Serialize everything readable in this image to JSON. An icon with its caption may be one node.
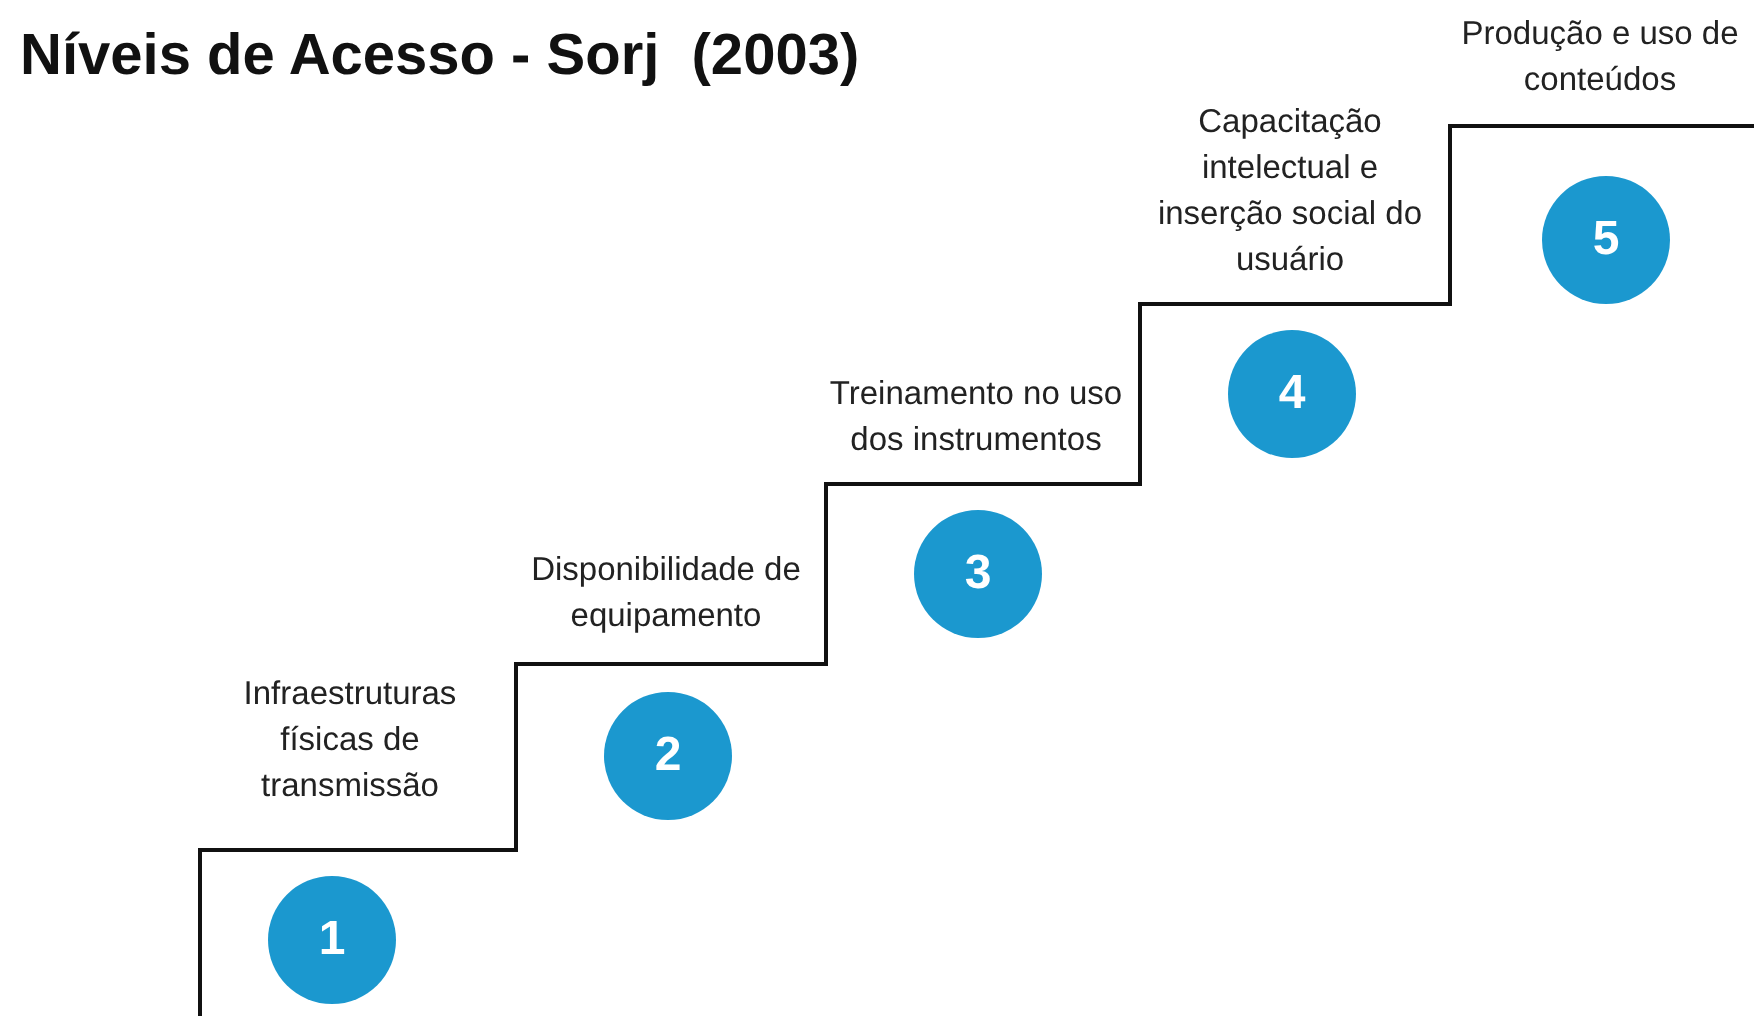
{
  "diagram": {
    "title": "Níveis de Acesso - Sorj  (2003)",
    "nodes": [
      {
        "text": [
          "1"
        ],
        "beside": [
          "Infraestruturas físicas de transmissão"
        ]
      },
      {
        "text": [
          "2"
        ],
        "beside": [
          "Disponibilidade de equipamento"
        ]
      },
      {
        "text": [
          "3"
        ],
        "beside": [
          "Treinamento no uso dos instrumentos"
        ]
      },
      {
        "text": [
          "4"
        ],
        "beside": [
          "Capacitação intelectual e inserção social do usuário"
        ]
      },
      {
        "text": [
          "5"
        ],
        "beside": [
          "Produção e uso de conteúdos"
        ]
      }
    ]
  }
}
